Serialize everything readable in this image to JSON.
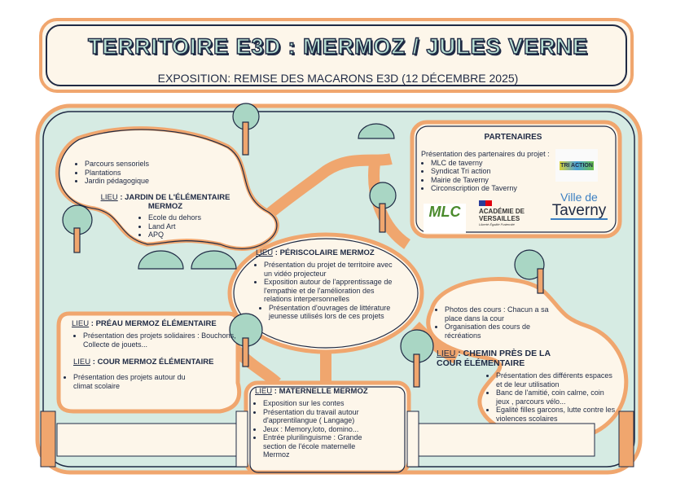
{
  "header": {
    "title": "TERRITOIRE E3D : MERMOZ / JULES VERNE",
    "subtitle": "EXPOSITION: REMISE DES MACARONS E3D (12 DÉCEMBRE 2025)"
  },
  "lieu_prefix": "LIEU",
  "jardin": {
    "intro_items": [
      "Parcours sensoriels",
      "Plantations",
      "Jardin pédagogique"
    ],
    "title": ": JARDIN DE L'ÉLÉMENTAIRE MERMOZ",
    "items": [
      "Ecole du dehors",
      "Land Art",
      "APQ"
    ]
  },
  "partenaires": {
    "title": "PARTENAIRES",
    "intro": "Présentation des partenaires du projet :",
    "items": [
      "MLC de taverny",
      "Syndicat Tri action",
      "Mairie de Taverny",
      "Circonscription de Taverny"
    ],
    "logos": {
      "triaction": "TRI ACTION",
      "mlc": "MLC",
      "academie": "ACADÉMIE DE VERSAILLES",
      "academie_motto": "Liberté Égalité Fraternité",
      "ville_de": "Ville de",
      "taverny": "Taverny"
    }
  },
  "periscolaire": {
    "title": ": PÉRISCOLAIRE MERMOZ",
    "items": [
      "Présentation du projet de territoire avec un vidéo projecteur",
      "Exposition autour de l'apprentissage de l'empathie et de l'amélioration des relations interpersonnelles",
      "Présentation d'ouvrages de littérature jeunesse utilisés lors de ces projets"
    ]
  },
  "preau": {
    "title": ": PRÉAU MERMOZ ÉLÉMENTAIRE",
    "items": [
      "Présentation des projets solidaires : Bouchons, Collecte de jouets..."
    ]
  },
  "cour": {
    "title": ": COUR MERMOZ ÉLÉMENTAIRE",
    "items": [
      "Présentation des projets autour du climat scolaire"
    ]
  },
  "chemin": {
    "intro_items": [
      "Photos des cours : Chacun a sa place dans la cour",
      "Organisation des cours de récréations"
    ],
    "title": ": CHEMIN PRÈS DE LA COUR ÉLÉMENTAIRE",
    "items": [
      "Présentation des différents espaces et de leur utilisation",
      "Banc de l'amitié, coin calme, coin jeux , parcours vélo...",
      "Egalité filles garcons, lutte contre les violences scolaires"
    ]
  },
  "maternelle": {
    "title": ": MATERNELLE MERMOZ",
    "items": [
      "Exposition sur les contes",
      "Présentation du travail autour d'apprentilangue ( Langage)",
      "Jeux : Memory,loto, domino...",
      "Entrée plurilinguisme : Grande section de l'école maternelle Mermoz"
    ]
  },
  "colors": {
    "orange": "#f0a66e",
    "navy": "#1f2a44",
    "cream": "#fdf6ea",
    "mint": "#d6ebe3",
    "tree": "#a9d6c4"
  }
}
